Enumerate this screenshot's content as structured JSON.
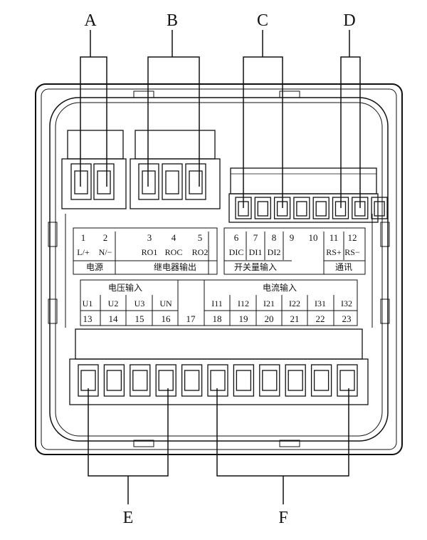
{
  "callouts": {
    "A": "A",
    "B": "B",
    "C": "C",
    "D": "D",
    "E": "E",
    "F": "F"
  },
  "top_terminals": [
    {
      "num": "1",
      "label": "L/+"
    },
    {
      "num": "2",
      "label": "N/−"
    },
    {
      "num": "3",
      "label": "RO1"
    },
    {
      "num": "4",
      "label": "ROC"
    },
    {
      "num": "5",
      "label": "RO2"
    },
    {
      "num": "6",
      "label": "DIC"
    },
    {
      "num": "7",
      "label": "DI1"
    },
    {
      "num": "8",
      "label": "DI2"
    },
    {
      "num": "9",
      "label": ""
    },
    {
      "num": "10",
      "label": ""
    },
    {
      "num": "11",
      "label": "RS+"
    },
    {
      "num": "12",
      "label": "RS−"
    }
  ],
  "top_groups": {
    "power": "电源",
    "relay": "继电器输出",
    "digital_input": "开关量输入",
    "comm": "通讯"
  },
  "bottom_groups": {
    "voltage": "电压输入",
    "current": "电流输入"
  },
  "bottom_terminals": [
    {
      "num": "13",
      "label": "U1"
    },
    {
      "num": "14",
      "label": "U2"
    },
    {
      "num": "15",
      "label": "U3"
    },
    {
      "num": "16",
      "label": "UN"
    },
    {
      "num": "17",
      "label": ""
    },
    {
      "num": "18",
      "label": "I11"
    },
    {
      "num": "19",
      "label": "I12"
    },
    {
      "num": "20",
      "label": "I21"
    },
    {
      "num": "21",
      "label": "I22"
    },
    {
      "num": "22",
      "label": "I31"
    },
    {
      "num": "23",
      "label": "I32"
    }
  ]
}
